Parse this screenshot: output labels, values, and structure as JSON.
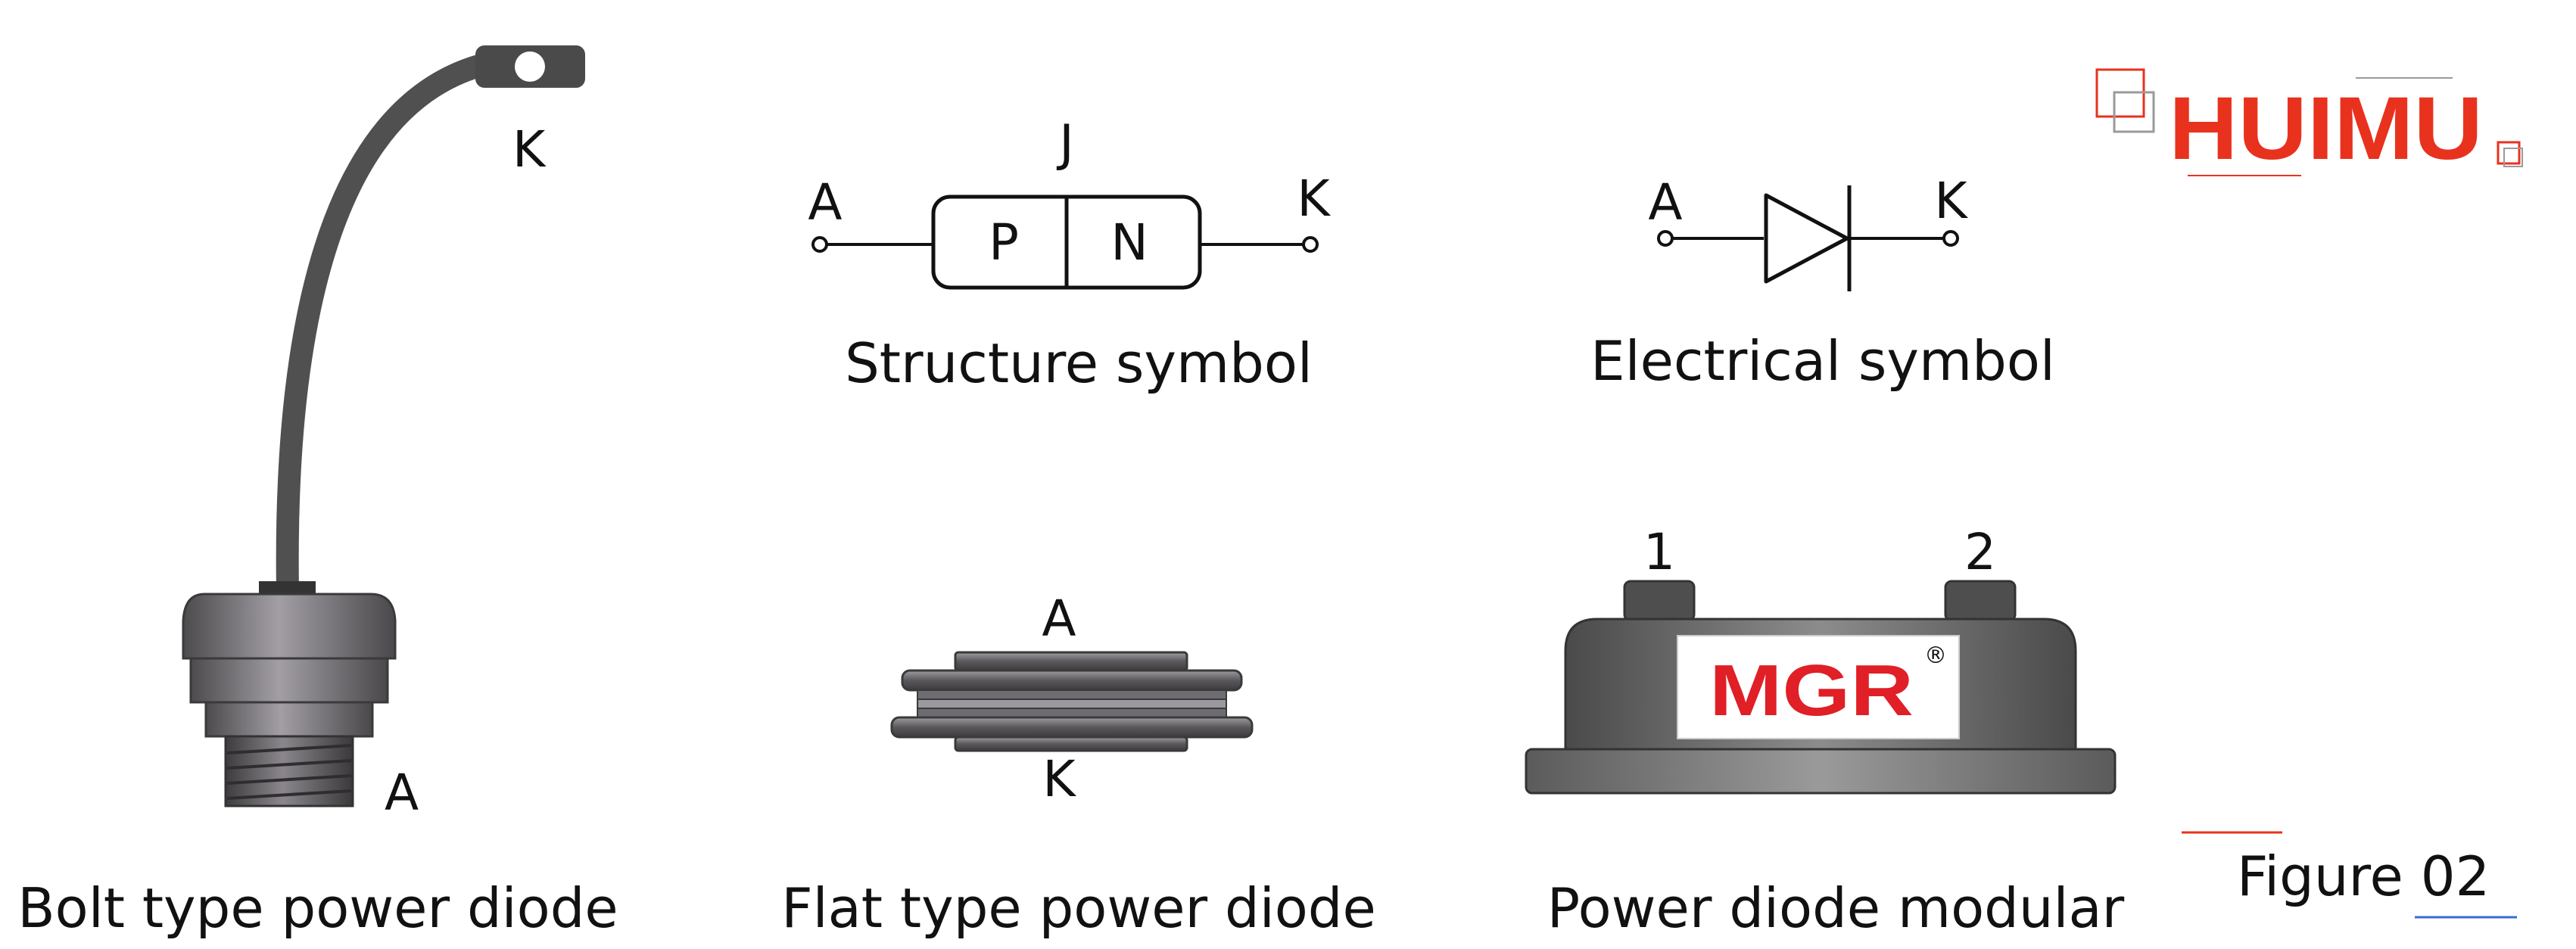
{
  "logo": {
    "text": "HUIMU",
    "color": "#e8321e"
  },
  "figure_label": "Figure 02",
  "accent_colors": {
    "red": "#e8321e",
    "blue": "#3a6bd6",
    "gray": "#9a9a9a"
  },
  "bolt_diode": {
    "caption": "Bolt type power diode",
    "pin_top": "K",
    "pin_bottom": "A"
  },
  "structure_symbol": {
    "caption": "Structure symbol",
    "left": "A",
    "right": "K",
    "junction": "J",
    "p": "P",
    "n": "N"
  },
  "electrical_symbol": {
    "caption": "Electrical symbol",
    "left": "A",
    "right": "K"
  },
  "flat_diode": {
    "caption": "Flat type power diode",
    "top": "A",
    "bottom": "K"
  },
  "module": {
    "caption": "Power diode modular",
    "pin1": "1",
    "pin2": "2",
    "brand": "MGR",
    "registered": "®",
    "brand_color": "#e01f26"
  }
}
